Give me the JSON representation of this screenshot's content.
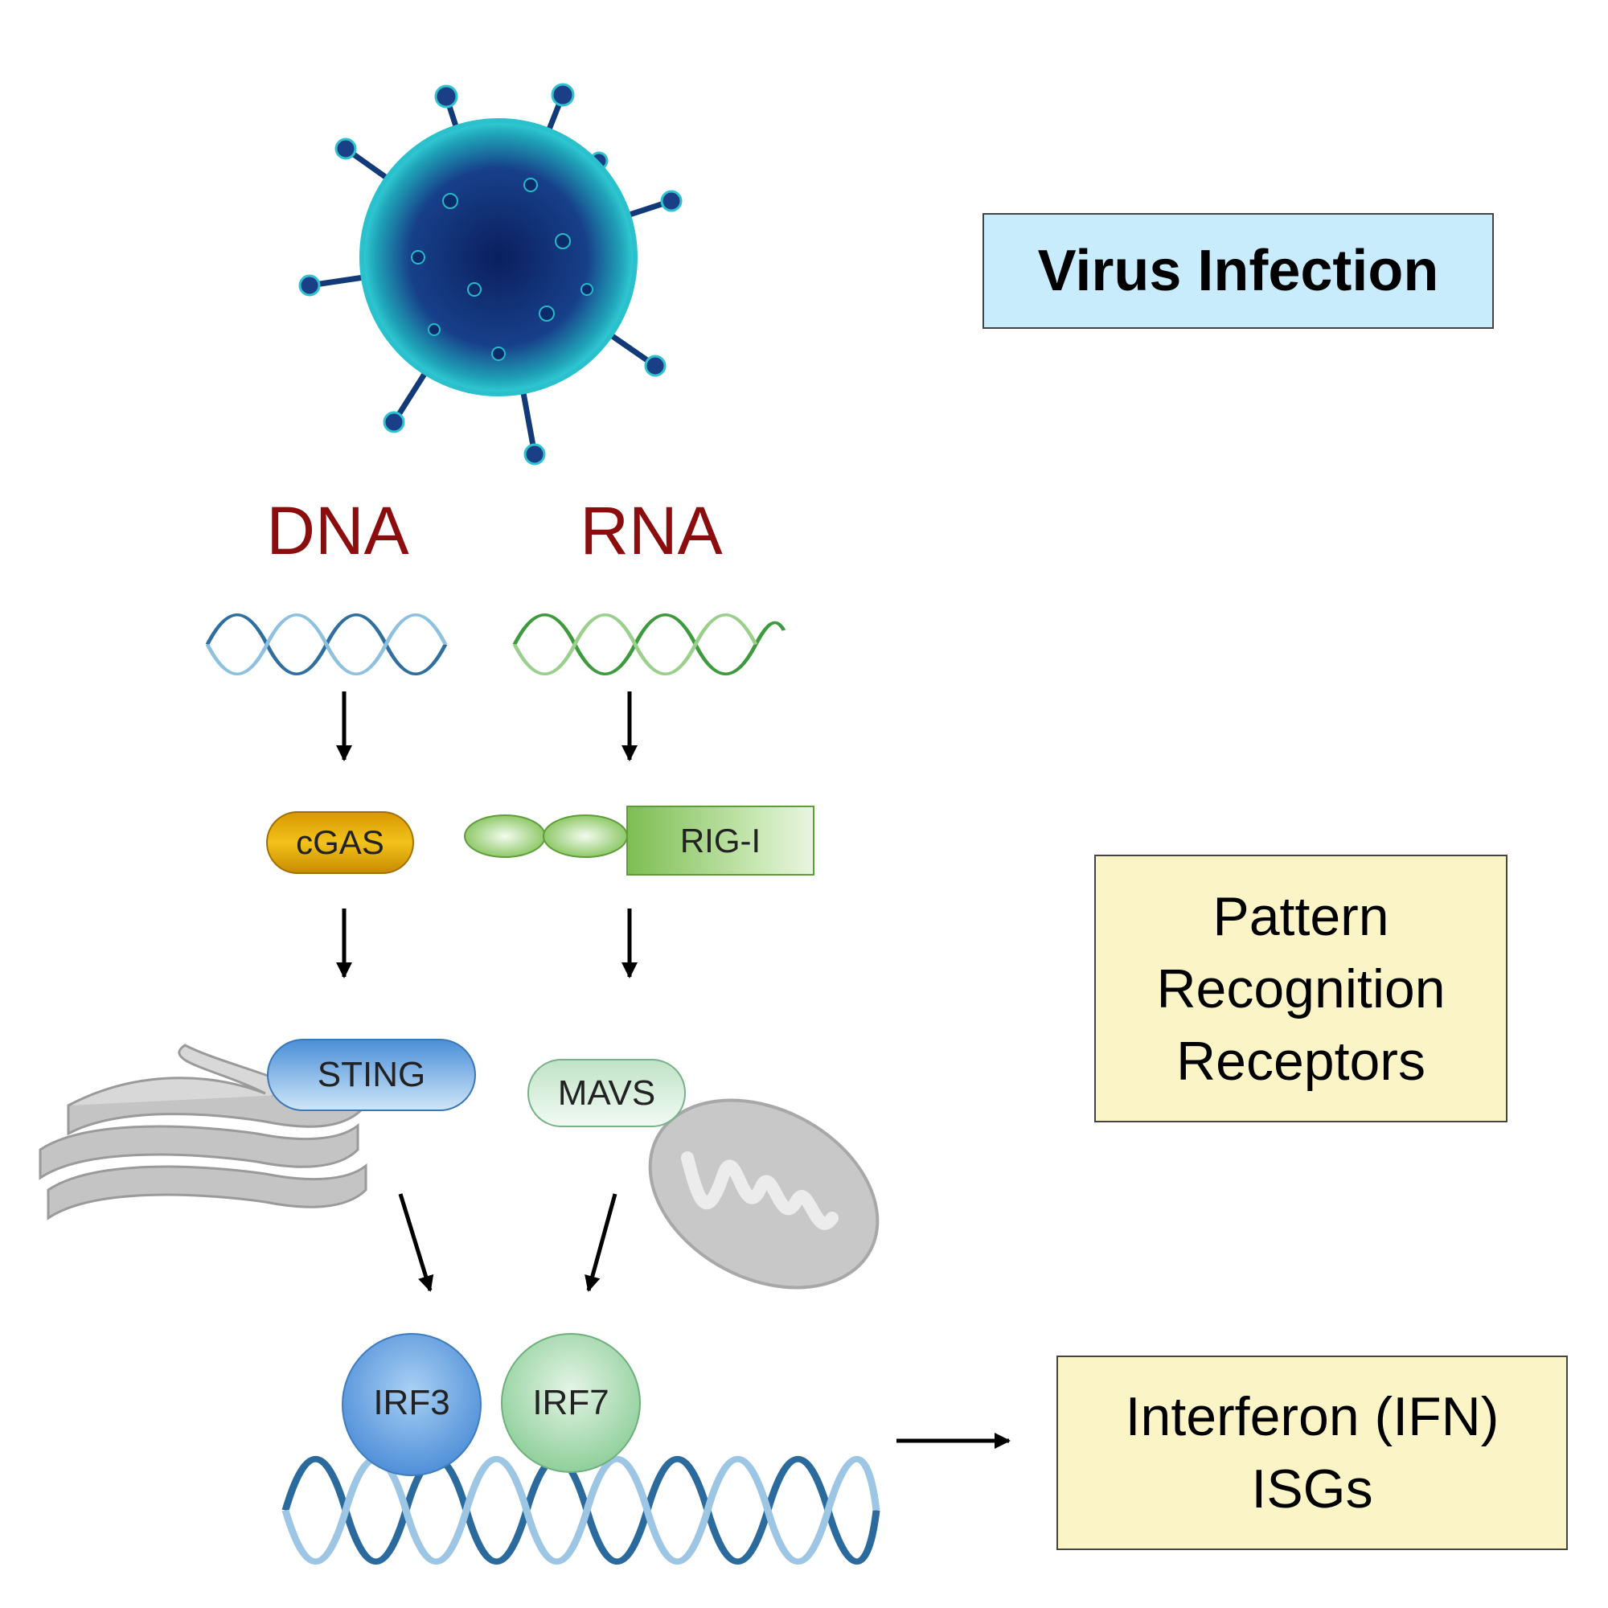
{
  "virus": {
    "alt_icon": "virus-icon"
  },
  "nucleic_acids": {
    "dna_label": "DNA",
    "rna_label": "RNA",
    "label_color": "#8b0d0d"
  },
  "sensors": {
    "cgas": "cGAS",
    "rigi": "RIG-I"
  },
  "adaptors": {
    "sting": "STING",
    "mavs": "MAVS"
  },
  "transcription_factors": {
    "irf3": "IRF3",
    "irf7": "IRF7"
  },
  "side_boxes": {
    "virus_infection": "Virus Infection",
    "prr_line1": "Pattern",
    "prr_line2": "Recognition",
    "prr_line3": "Receptors",
    "ifn_line1": "Interferon (IFN)",
    "ifn_line2": "ISGs"
  },
  "colors": {
    "virus_box": "#c8ecfc",
    "prr_box": "#fbf4c6",
    "ifn_box": "#fbf4c6",
    "dna_helix": "#2f6f9f",
    "rna_helix": "#3d9a3d",
    "cgas": "#e6a800",
    "rigi": "#8cc864",
    "sting": "#5aa0e0",
    "mavs": "#d8efdc",
    "irf3": "#6aa8e8",
    "irf7": "#a8dcb0"
  }
}
